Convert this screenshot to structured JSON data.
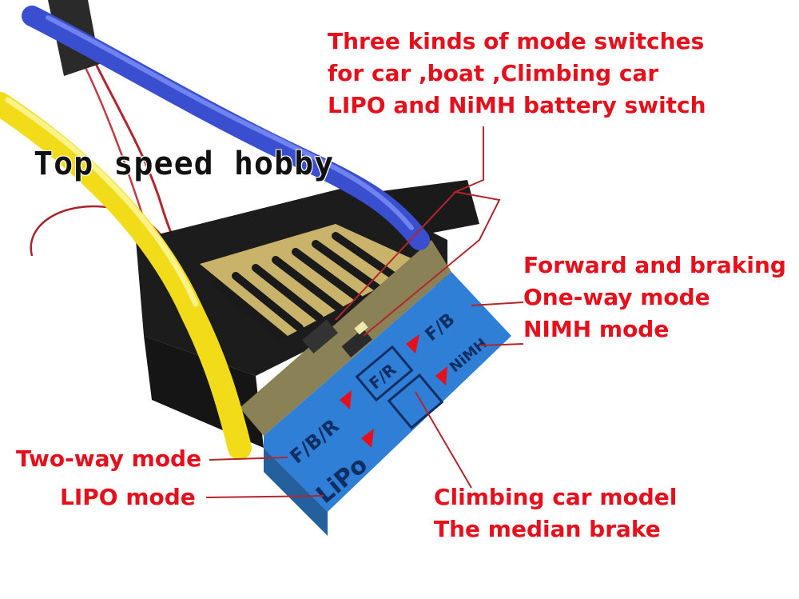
{
  "watermark": "Top speed hobby",
  "annotations": {
    "mode_switches": [
      "Three kinds of mode switches",
      "for car ,boat ,Climbing car",
      "LIPO and NiMH battery switch"
    ],
    "forward_braking": [
      "Forward and braking",
      "One-way mode",
      "NIMH mode"
    ],
    "two_way": "Two-way mode",
    "lipo_mode": "LIPO mode",
    "climbing": [
      "Climbing car model",
      "The median brake"
    ]
  },
  "panel_print": {
    "fb": "F/B",
    "nimh": "NiMH",
    "fr": "F/R",
    "fbr": "F/B/R",
    "lipo": "LiPo"
  },
  "colors": {
    "annotation_red": "#e5101c",
    "panel_blue": "#2f7fd6",
    "wire_blue": "#3a4fd0",
    "wire_yellow": "#f2dc1a",
    "heatsink_gold": "#c9b36a",
    "body_black": "#1c1c1c"
  }
}
